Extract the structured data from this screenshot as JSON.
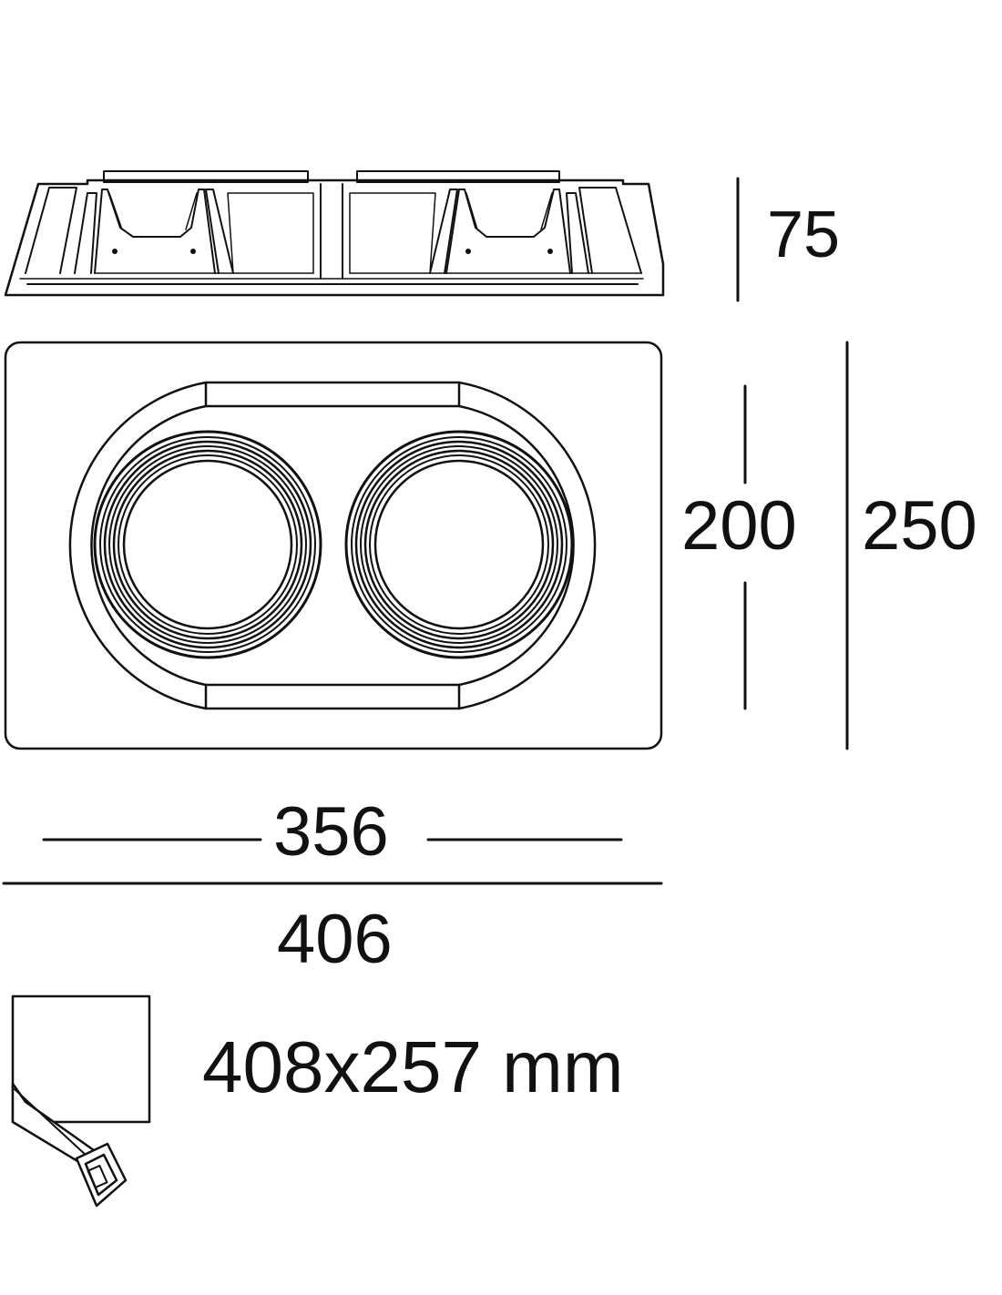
{
  "dimensions": {
    "height": "75",
    "inner_height": "200",
    "outer_height": "250",
    "inner_width": "356",
    "outer_width": "406"
  },
  "cutout": {
    "size_label": "408x257 mm"
  },
  "colors": {
    "line": "#111111",
    "background": "#ffffff"
  }
}
